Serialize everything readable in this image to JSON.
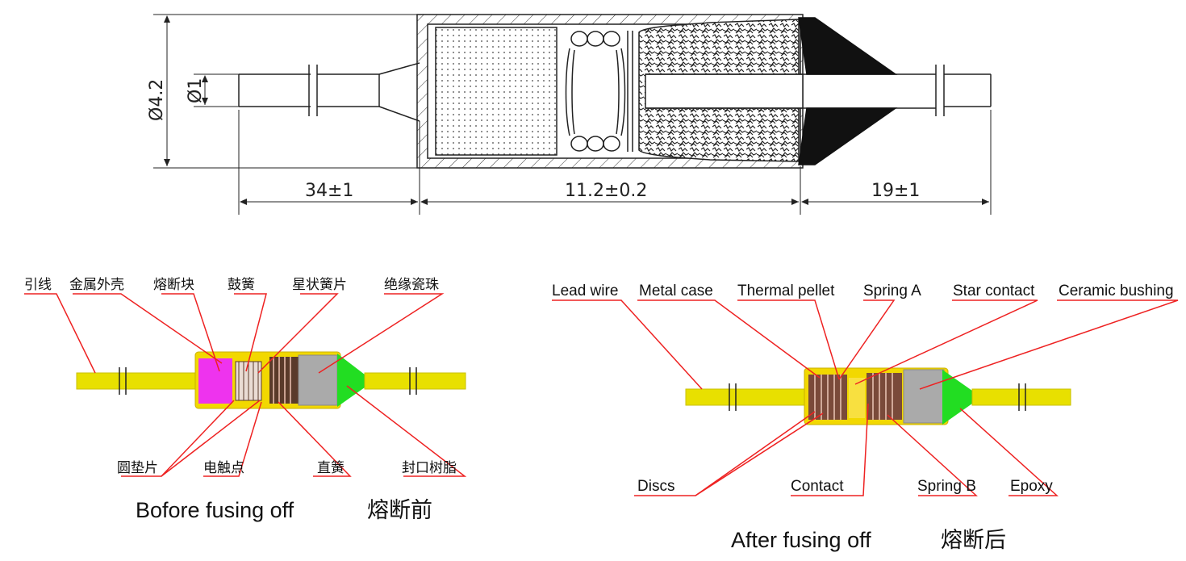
{
  "technical_drawing": {
    "dimensions": {
      "outer_diameter": "Ø4.2",
      "lead_diameter": "Ø1",
      "left_lead_length": "34±1",
      "body_length": "11.2±0.2",
      "right_lead_length": "19±1"
    }
  },
  "before_diagram": {
    "caption_en": "Bofore fusing off",
    "caption_cn": "熔断前",
    "labels_top": [
      "引线",
      "金属外壳",
      "熔断块",
      "鼓簧",
      "星状簧片",
      "绝缘瓷珠"
    ],
    "labels_bottom": [
      "圆垫片",
      "电触点",
      "直簧",
      "封口树脂"
    ]
  },
  "after_diagram": {
    "caption_en": "After fusing off",
    "caption_cn": "熔断后",
    "labels_top": [
      "Lead wire",
      "Metal case",
      "Thermal pellet",
      "Spring A",
      "Star contact",
      "Ceramic bushing"
    ],
    "labels_bottom": [
      "Discs",
      "Contact",
      "Spring B",
      "Epoxy"
    ]
  },
  "colors": {
    "lead_yellow": "#e8e000",
    "case_yellow": "#f2d800",
    "pellet_magenta": "#ee33ee",
    "epoxy_green": "#22dd22",
    "bushing_gray": "#aaaaaa",
    "spring_brown": "#7a4a3a",
    "leader_red": "#ee2222"
  }
}
